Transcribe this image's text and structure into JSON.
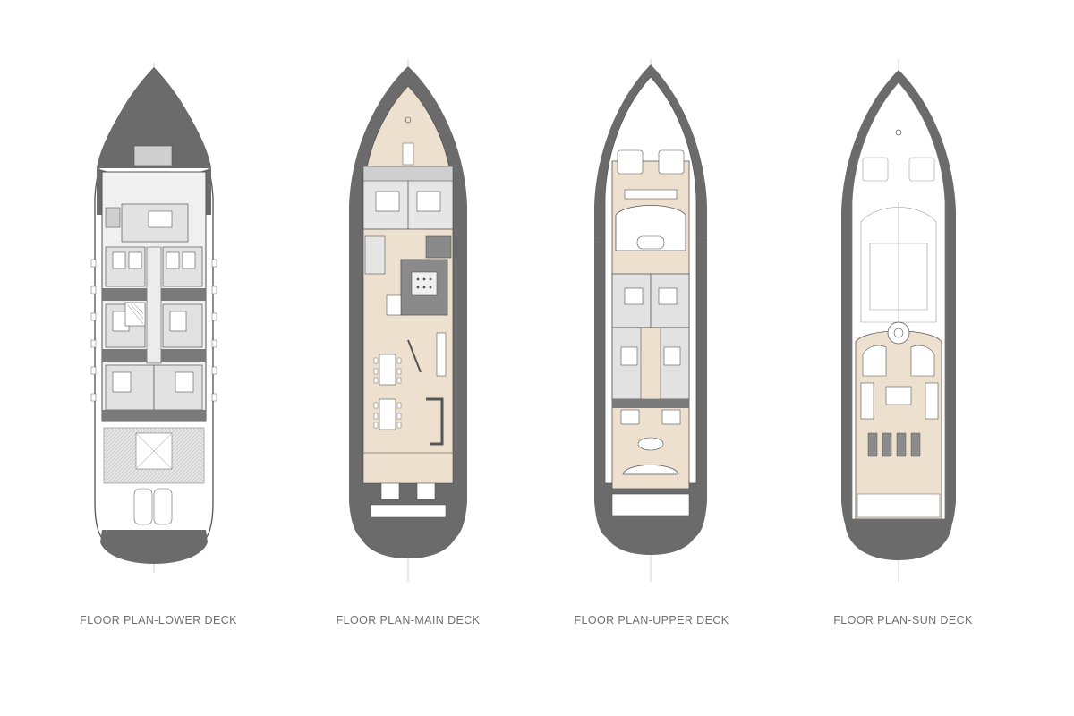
{
  "decks": [
    {
      "id": "lower",
      "label": "FLOOR PLAN-LOWER DECK"
    },
    {
      "id": "main",
      "label": "FLOOR PLAN-MAIN DECK"
    },
    {
      "id": "upper",
      "label": "FLOOR PLAN-UPPER DECK"
    },
    {
      "id": "sun",
      "label": "FLOOR PLAN-SUN DECK"
    }
  ],
  "colors": {
    "hull": "#6b6b6b",
    "floor_beige": "#eee0cf",
    "room_gray": "#cfcfcf",
    "line": "#555555",
    "light_line": "#9a9a9a",
    "caption": "#6f6f6f"
  }
}
